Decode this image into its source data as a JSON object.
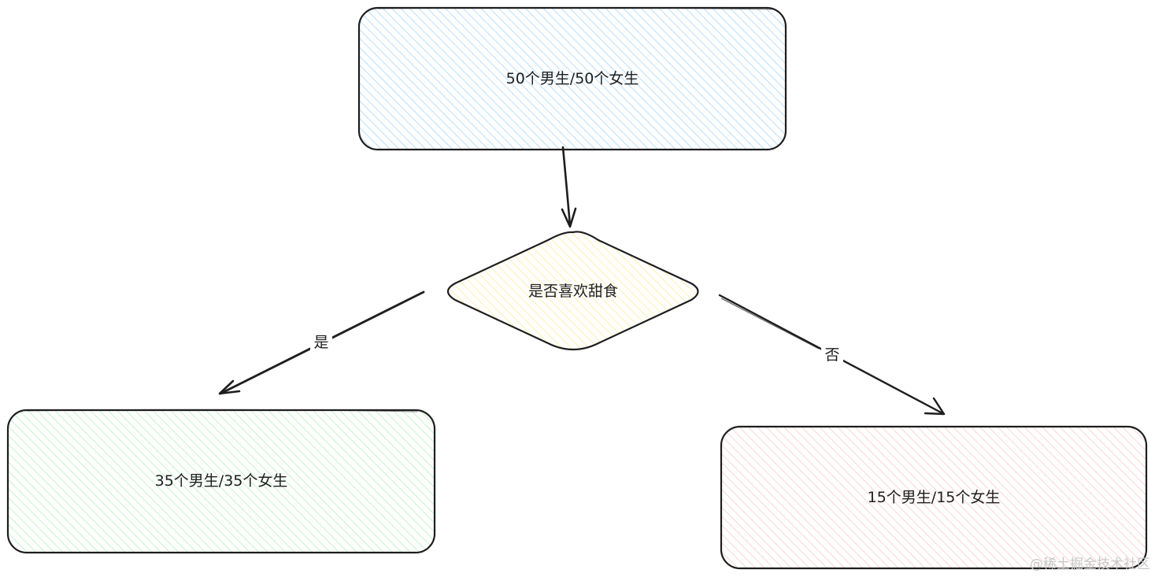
{
  "nodes": {
    "root": {
      "label": "50个男生/50个女生",
      "fill": "#a5d8ff"
    },
    "decision": {
      "label": "是否喜欢甜食",
      "fill": "#fff3bf"
    },
    "yes_result": {
      "label": "35个男生/35个女生",
      "fill": "#b2f2bb"
    },
    "no_result": {
      "label": "15个男生/15个女生",
      "fill": "#ffc9c9"
    }
  },
  "edges": {
    "yes_label": "是",
    "no_label": "否"
  },
  "stroke_color": "#1e1e1e",
  "watermark": "@稀土掘金技术社区"
}
